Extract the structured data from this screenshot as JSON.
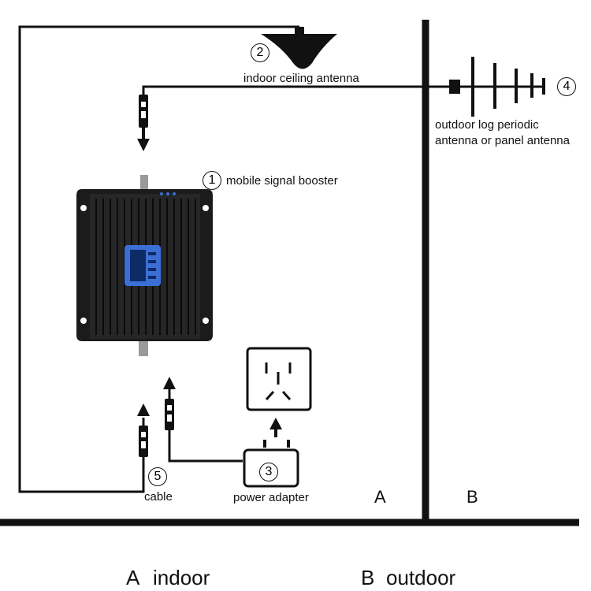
{
  "components": {
    "booster": {
      "number": "1",
      "label": "mobile signal booster"
    },
    "ceiling": {
      "number": "2",
      "label": "indoor ceiling antenna"
    },
    "adapter": {
      "number": "3",
      "label": "power adapter"
    },
    "outdoor": {
      "number": "4",
      "label_line1": "outdoor log periodic",
      "label_line2": "antenna or panel antenna"
    },
    "cable": {
      "number": "5",
      "label": "cable"
    }
  },
  "zones": {
    "indoor_letter": "A",
    "outdoor_letter": "B"
  },
  "legend": {
    "indoor_letter": "A",
    "indoor_text": "indoor",
    "outdoor_letter": "B",
    "outdoor_text": "outdoor"
  },
  "colors": {
    "line": "#111111",
    "booster_body": "#1b1b1b",
    "screen": "#3c6fd6",
    "screen_inner": "#0e2b66"
  }
}
